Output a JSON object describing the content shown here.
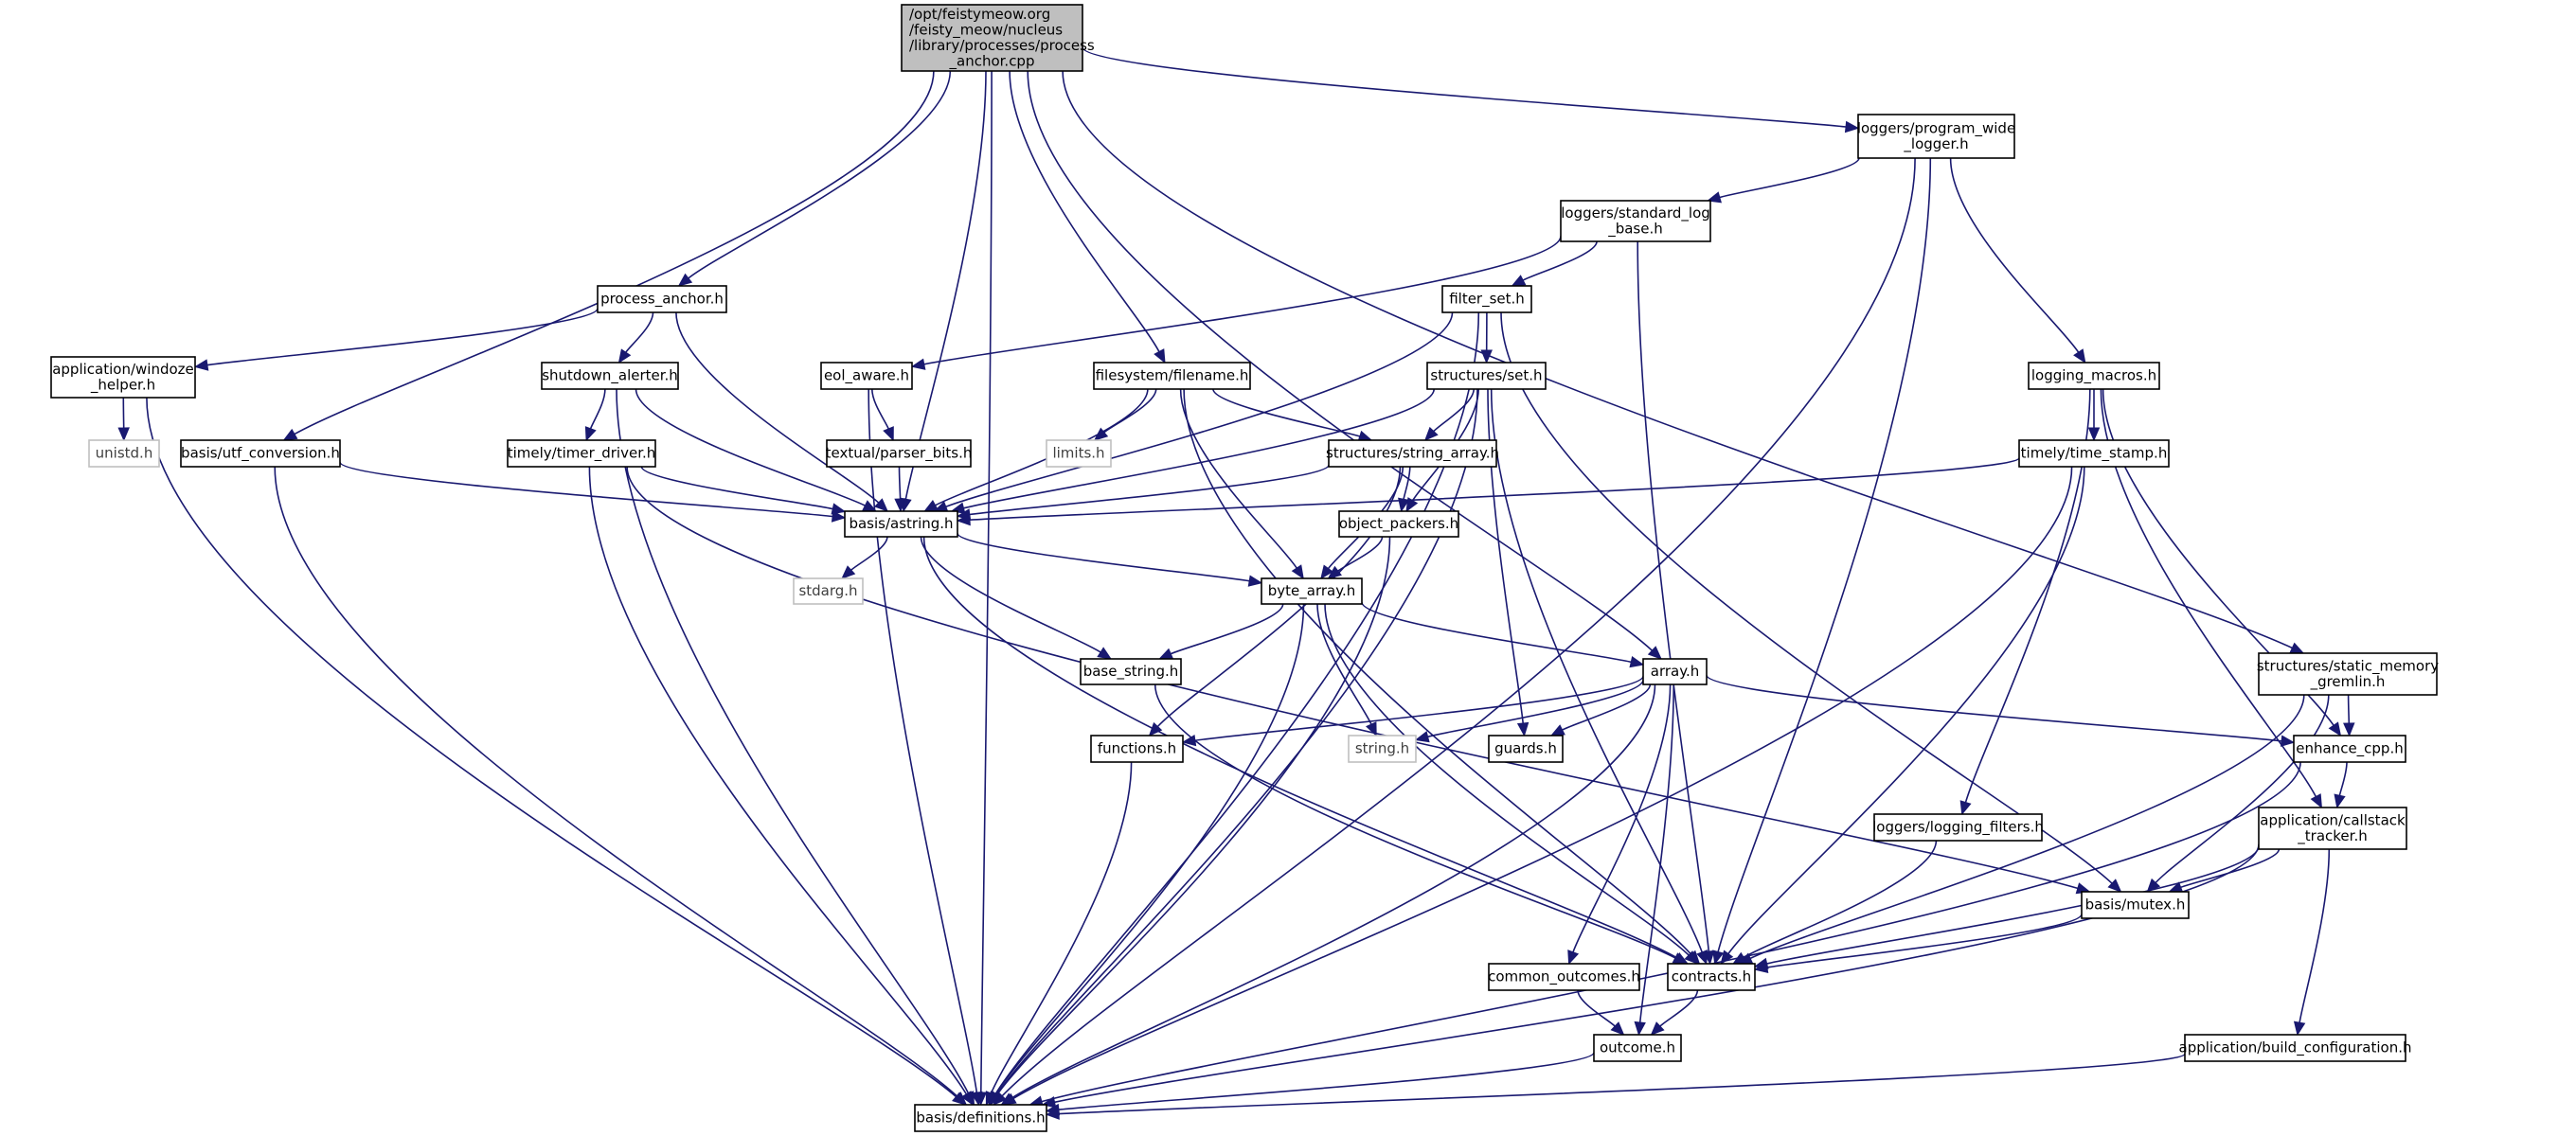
{
  "graph": {
    "title": "Include dependency graph for process_anchor.cpp",
    "colors": {
      "edge": "#191970",
      "root_fill": "#bfbfbf",
      "node_border": "#000000",
      "external_border": "#bfbfbf"
    },
    "nodes": [
      {
        "id": "root",
        "lines": [
          "/opt/feistymeow.org",
          "/feisty_meow/nucleus",
          "/library/processes/process",
          "_anchor.cpp"
        ],
        "kind": "root"
      },
      {
        "id": "program_wide_logger",
        "lines": [
          "loggers/program_wide",
          "_logger.h"
        ],
        "kind": "local"
      },
      {
        "id": "standard_log_base",
        "lines": [
          "loggers/standard_log",
          "_base.h"
        ],
        "kind": "local"
      },
      {
        "id": "process_anchor_h",
        "lines": [
          "process_anchor.h"
        ],
        "kind": "local"
      },
      {
        "id": "filter_set",
        "lines": [
          "filter_set.h"
        ],
        "kind": "local"
      },
      {
        "id": "windoze_helper",
        "lines": [
          "application/windoze",
          "_helper.h"
        ],
        "kind": "local"
      },
      {
        "id": "shutdown_alerter",
        "lines": [
          "shutdown_alerter.h"
        ],
        "kind": "local"
      },
      {
        "id": "eol_aware",
        "lines": [
          "eol_aware.h"
        ],
        "kind": "local"
      },
      {
        "id": "filename",
        "lines": [
          "filesystem/filename.h"
        ],
        "kind": "local"
      },
      {
        "id": "set",
        "lines": [
          "structures/set.h"
        ],
        "kind": "local"
      },
      {
        "id": "logging_macros",
        "lines": [
          "logging_macros.h"
        ],
        "kind": "local"
      },
      {
        "id": "unistd",
        "lines": [
          "unistd.h"
        ],
        "kind": "external"
      },
      {
        "id": "utf_conversion",
        "lines": [
          "basis/utf_conversion.h"
        ],
        "kind": "local"
      },
      {
        "id": "timer_driver",
        "lines": [
          "timely/timer_driver.h"
        ],
        "kind": "local"
      },
      {
        "id": "parser_bits",
        "lines": [
          "textual/parser_bits.h"
        ],
        "kind": "local"
      },
      {
        "id": "limits",
        "lines": [
          "limits.h"
        ],
        "kind": "external"
      },
      {
        "id": "string_array",
        "lines": [
          "structures/string_array.h"
        ],
        "kind": "local"
      },
      {
        "id": "time_stamp",
        "lines": [
          "timely/time_stamp.h"
        ],
        "kind": "local"
      },
      {
        "id": "astring",
        "lines": [
          "basis/astring.h"
        ],
        "kind": "local"
      },
      {
        "id": "object_packers",
        "lines": [
          "object_packers.h"
        ],
        "kind": "local"
      },
      {
        "id": "stdarg",
        "lines": [
          "stdarg.h"
        ],
        "kind": "external"
      },
      {
        "id": "byte_array",
        "lines": [
          "byte_array.h"
        ],
        "kind": "local"
      },
      {
        "id": "base_string",
        "lines": [
          "base_string.h"
        ],
        "kind": "local"
      },
      {
        "id": "array",
        "lines": [
          "array.h"
        ],
        "kind": "local"
      },
      {
        "id": "static_memory_gremlin",
        "lines": [
          "structures/static_memory",
          "_gremlin.h"
        ],
        "kind": "local"
      },
      {
        "id": "functions",
        "lines": [
          "functions.h"
        ],
        "kind": "local"
      },
      {
        "id": "string_h",
        "lines": [
          "string.h"
        ],
        "kind": "external"
      },
      {
        "id": "guards",
        "lines": [
          "guards.h"
        ],
        "kind": "local"
      },
      {
        "id": "enhance_cpp",
        "lines": [
          "enhance_cpp.h"
        ],
        "kind": "local"
      },
      {
        "id": "logging_filters",
        "lines": [
          "loggers/logging_filters.h"
        ],
        "kind": "local"
      },
      {
        "id": "callstack_tracker",
        "lines": [
          "application/callstack",
          "_tracker.h"
        ],
        "kind": "local"
      },
      {
        "id": "mutex",
        "lines": [
          "basis/mutex.h"
        ],
        "kind": "local"
      },
      {
        "id": "common_outcomes",
        "lines": [
          "common_outcomes.h"
        ],
        "kind": "local"
      },
      {
        "id": "contracts",
        "lines": [
          "contracts.h"
        ],
        "kind": "local"
      },
      {
        "id": "outcome",
        "lines": [
          "outcome.h"
        ],
        "kind": "local"
      },
      {
        "id": "build_configuration",
        "lines": [
          "application/build_configuration.h"
        ],
        "kind": "local"
      },
      {
        "id": "definitions",
        "lines": [
          "basis/definitions.h"
        ],
        "kind": "local"
      }
    ],
    "edges": [
      [
        "root",
        "program_wide_logger"
      ],
      [
        "root",
        "process_anchor_h"
      ],
      [
        "root",
        "filename"
      ],
      [
        "root",
        "utf_conversion"
      ],
      [
        "root",
        "astring"
      ],
      [
        "root",
        "array"
      ],
      [
        "root",
        "static_memory_gremlin"
      ],
      [
        "root",
        "definitions"
      ],
      [
        "program_wide_logger",
        "standard_log_base"
      ],
      [
        "program_wide_logger",
        "logging_macros"
      ],
      [
        "program_wide_logger",
        "contracts"
      ],
      [
        "program_wide_logger",
        "definitions"
      ],
      [
        "standard_log_base",
        "eol_aware"
      ],
      [
        "standard_log_base",
        "filter_set"
      ],
      [
        "standard_log_base",
        "contracts"
      ],
      [
        "process_anchor_h",
        "windoze_helper"
      ],
      [
        "process_anchor_h",
        "shutdown_alerter"
      ],
      [
        "process_anchor_h",
        "astring"
      ],
      [
        "filter_set",
        "set"
      ],
      [
        "filter_set",
        "astring"
      ],
      [
        "filter_set",
        "mutex"
      ],
      [
        "filter_set",
        "definitions"
      ],
      [
        "windoze_helper",
        "unistd"
      ],
      [
        "windoze_helper",
        "definitions"
      ],
      [
        "shutdown_alerter",
        "timer_driver"
      ],
      [
        "shutdown_alerter",
        "astring"
      ],
      [
        "shutdown_alerter",
        "definitions"
      ],
      [
        "eol_aware",
        "parser_bits"
      ],
      [
        "eol_aware",
        "definitions"
      ],
      [
        "filename",
        "limits"
      ],
      [
        "filename",
        "string_array"
      ],
      [
        "filename",
        "astring"
      ],
      [
        "filename",
        "byte_array"
      ],
      [
        "filename",
        "contracts"
      ],
      [
        "set",
        "string_array"
      ],
      [
        "set",
        "object_packers"
      ],
      [
        "set",
        "astring"
      ],
      [
        "set",
        "guards"
      ],
      [
        "set",
        "contracts"
      ],
      [
        "set",
        "definitions"
      ],
      [
        "logging_macros",
        "time_stamp"
      ],
      [
        "logging_macros",
        "logging_filters"
      ],
      [
        "logging_macros",
        "callstack_tracker"
      ],
      [
        "logging_macros",
        "enhance_cpp"
      ],
      [
        "utf_conversion",
        "astring"
      ],
      [
        "utf_conversion",
        "definitions"
      ],
      [
        "timer_driver",
        "astring"
      ],
      [
        "timer_driver",
        "mutex"
      ],
      [
        "timer_driver",
        "definitions"
      ],
      [
        "parser_bits",
        "astring"
      ],
      [
        "string_array",
        "astring"
      ],
      [
        "string_array",
        "object_packers"
      ],
      [
        "string_array",
        "byte_array"
      ],
      [
        "string_array",
        "functions"
      ],
      [
        "time_stamp",
        "astring"
      ],
      [
        "time_stamp",
        "contracts"
      ],
      [
        "time_stamp",
        "definitions"
      ],
      [
        "astring",
        "stdarg"
      ],
      [
        "astring",
        "byte_array"
      ],
      [
        "astring",
        "base_string"
      ],
      [
        "astring",
        "contracts"
      ],
      [
        "object_packers",
        "byte_array"
      ],
      [
        "object_packers",
        "definitions"
      ],
      [
        "byte_array",
        "base_string"
      ],
      [
        "byte_array",
        "array"
      ],
      [
        "byte_array",
        "string_h"
      ],
      [
        "byte_array",
        "contracts"
      ],
      [
        "byte_array",
        "definitions"
      ],
      [
        "base_string",
        "contracts"
      ],
      [
        "array",
        "functions"
      ],
      [
        "array",
        "string_h"
      ],
      [
        "array",
        "guards"
      ],
      [
        "array",
        "enhance_cpp"
      ],
      [
        "array",
        "common_outcomes"
      ],
      [
        "array",
        "outcome"
      ],
      [
        "array",
        "definitions"
      ],
      [
        "static_memory_gremlin",
        "enhance_cpp"
      ],
      [
        "static_memory_gremlin",
        "mutex"
      ],
      [
        "static_memory_gremlin",
        "contracts"
      ],
      [
        "functions",
        "definitions"
      ],
      [
        "enhance_cpp",
        "callstack_tracker"
      ],
      [
        "enhance_cpp",
        "definitions"
      ],
      [
        "logging_filters",
        "contracts"
      ],
      [
        "callstack_tracker",
        "mutex"
      ],
      [
        "callstack_tracker",
        "build_configuration"
      ],
      [
        "callstack_tracker",
        "contracts"
      ],
      [
        "callstack_tracker",
        "definitions"
      ],
      [
        "mutex",
        "contracts"
      ],
      [
        "common_outcomes",
        "outcome"
      ],
      [
        "contracts",
        "outcome"
      ],
      [
        "outcome",
        "definitions"
      ],
      [
        "build_configuration",
        "definitions"
      ]
    ]
  }
}
